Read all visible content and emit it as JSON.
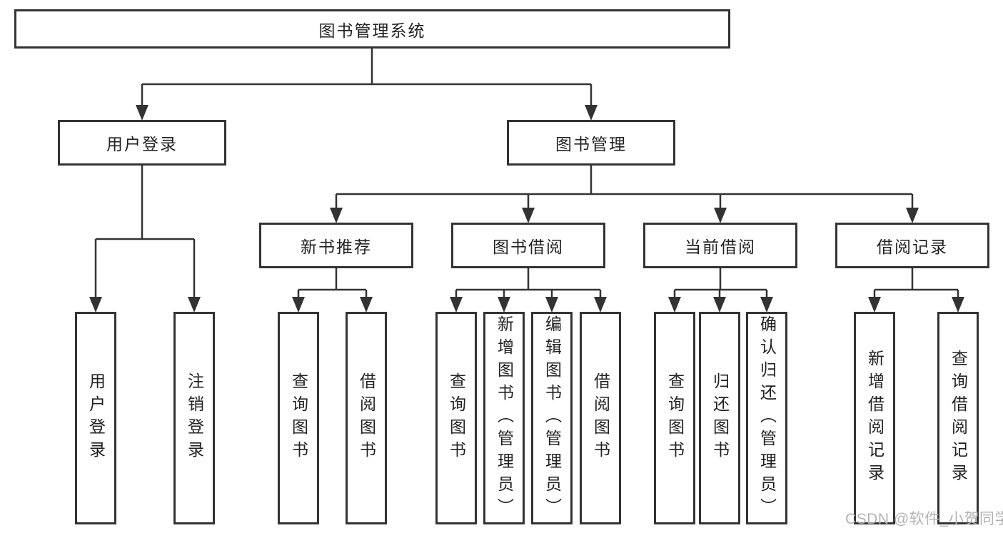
{
  "diagram": {
    "type": "hierarchy-diagram",
    "colors": {
      "background": "#ffffff",
      "box_border": "#333333",
      "connector_line": "#333333",
      "text": "#222222",
      "watermark": "#b3b3b3"
    },
    "nodes": {
      "root": {
        "label": "图书管理系统"
      },
      "user_login": {
        "label": "用户登录"
      },
      "book_mgmt": {
        "label": "图书管理"
      },
      "new_book_rec": {
        "label": "新书推荐"
      },
      "book_borrow": {
        "label": "图书借阅"
      },
      "current_borrow": {
        "label": "当前借阅"
      },
      "borrow_record": {
        "label": "借阅记录"
      },
      "leaf_user_login": {
        "label": "用户登录"
      },
      "leaf_logout": {
        "label": "注销登录"
      },
      "leaf_query_book_1": {
        "label": "查询图书"
      },
      "leaf_borrow_book_1": {
        "label": "借阅图书"
      },
      "leaf_query_book_2": {
        "label": "查询图书"
      },
      "leaf_add_book": {
        "label": "新增图书（管理员）"
      },
      "leaf_edit_book": {
        "label": "编辑图书（管理员）"
      },
      "leaf_borrow_book_2": {
        "label": "借阅图书"
      },
      "leaf_query_book_3": {
        "label": "查询图书"
      },
      "leaf_return_book": {
        "label": "归还图书"
      },
      "leaf_confirm_return": {
        "label": "确认归还（管理员）"
      },
      "leaf_add_record": {
        "label": "新增借阅记录"
      },
      "leaf_query_record": {
        "label": "查询借阅记录"
      }
    },
    "watermark": "CSDN @软件_小贺同学"
  }
}
